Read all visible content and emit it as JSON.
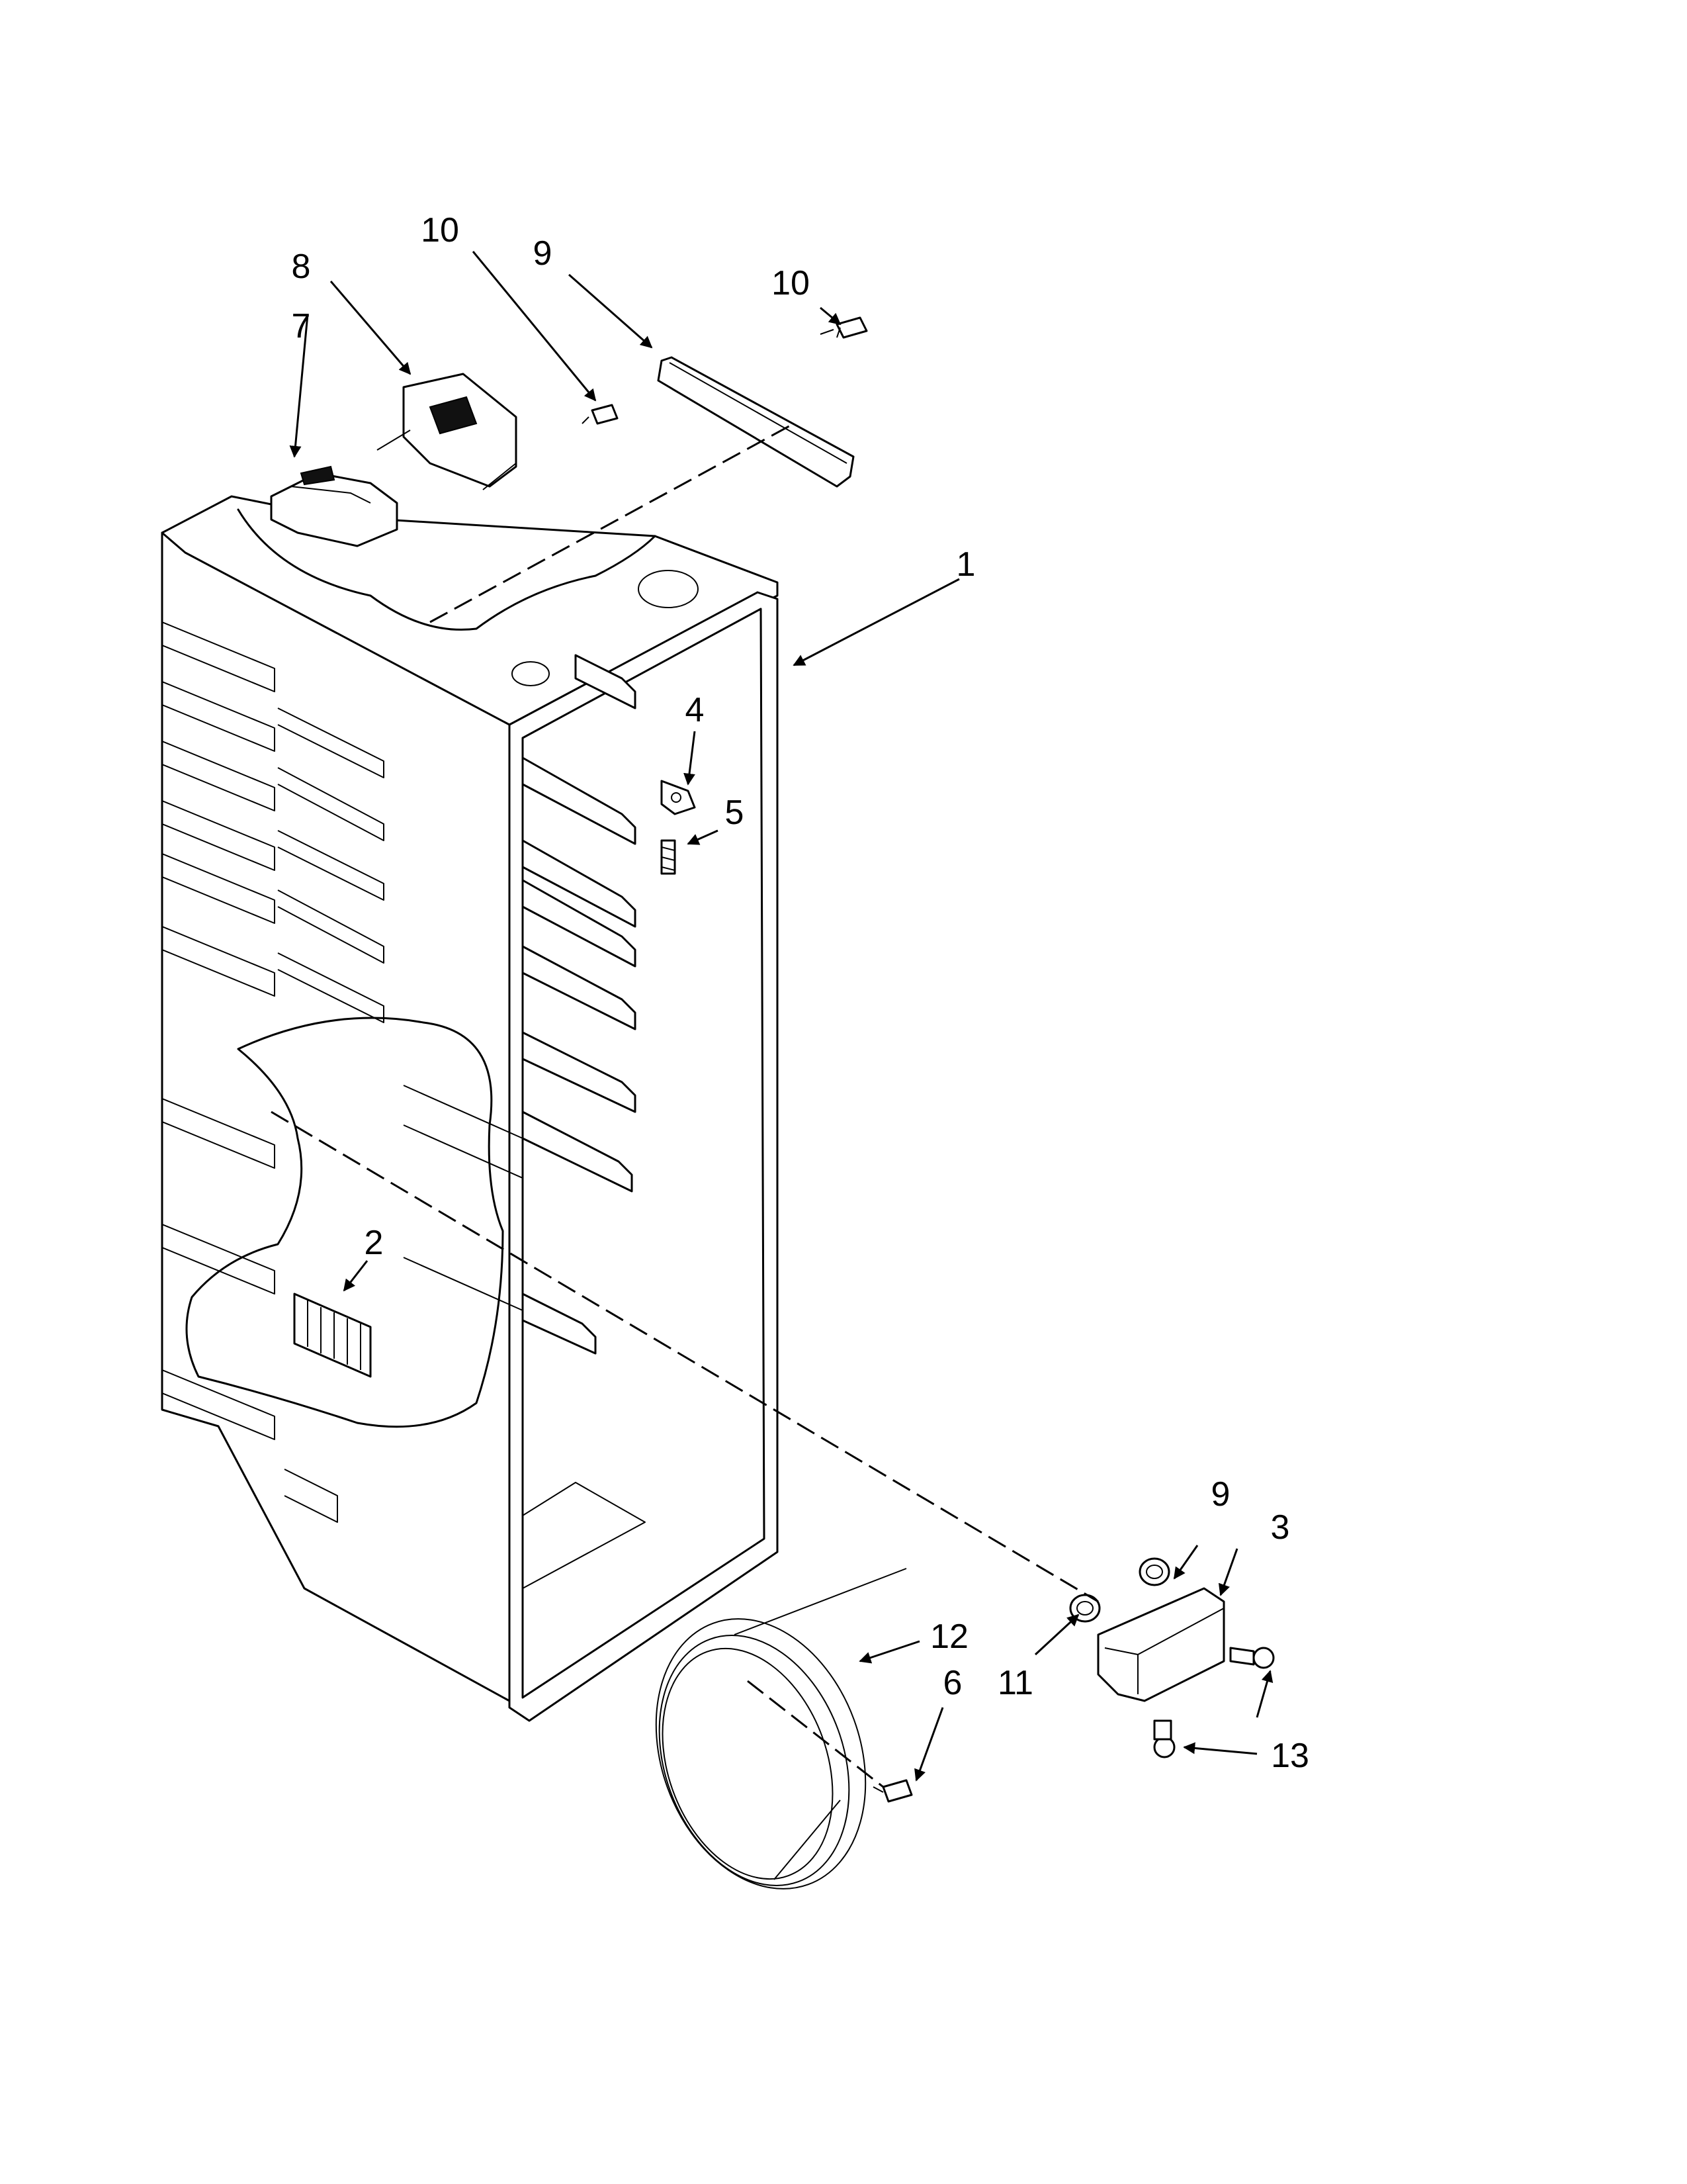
{
  "callouts": [
    {
      "id": "c1",
      "label": "1"
    },
    {
      "id": "c2",
      "label": "2"
    },
    {
      "id": "c3",
      "label": "3"
    },
    {
      "id": "c4",
      "label": "4"
    },
    {
      "id": "c5",
      "label": "5"
    },
    {
      "id": "c6",
      "label": "6"
    },
    {
      "id": "c7",
      "label": "7"
    },
    {
      "id": "c8",
      "label": "8"
    },
    {
      "id": "c9a",
      "label": "9"
    },
    {
      "id": "c9b",
      "label": "9"
    },
    {
      "id": "c10a",
      "label": "10"
    },
    {
      "id": "c10b",
      "label": "10"
    },
    {
      "id": "c11",
      "label": "11"
    },
    {
      "id": "c12",
      "label": "12"
    },
    {
      "id": "c13",
      "label": "13"
    }
  ]
}
